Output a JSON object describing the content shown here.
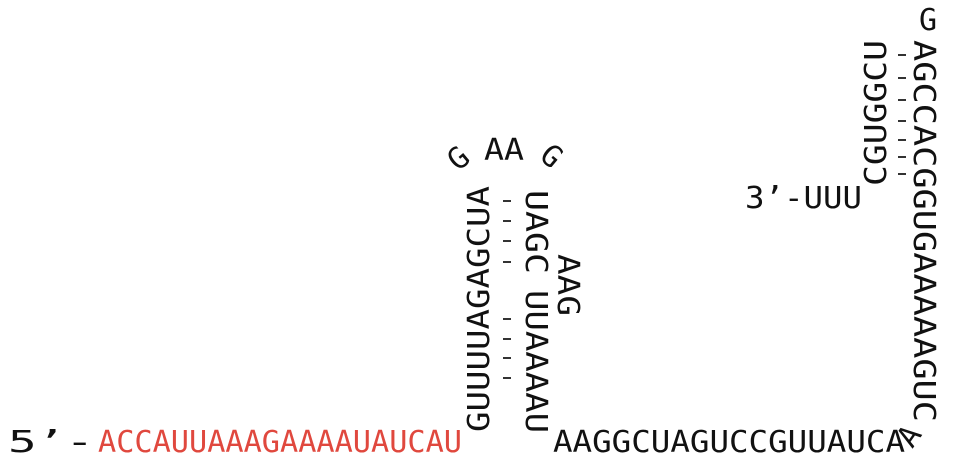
{
  "colors": {
    "guide": "#e0483e",
    "scaffold": "#111111",
    "pair_mark": "#333333"
  },
  "labels": {
    "five_prime": "5’-",
    "three_prime": "3’-UUU"
  },
  "sequences": {
    "guide": "ACCAUUAAAGAAAAUAUCAU",
    "bottom_scaffold": "AAGGCUAGUCCGUUAUCA",
    "stem1_left": "GUUUUAGAGCUA",
    "loop_g1": "G",
    "loop_aa": "AA",
    "loop_g2": "G",
    "stem1_right_upper": "UAGC",
    "stem1_right_lower": "UUAAAAU",
    "bulge": "AAG",
    "stem2_left": "CGUGGCU",
    "loop_top": "G",
    "stem2_right": "AGCCACGGUGAAAAAGUC",
    "corner_a": "A"
  }
}
